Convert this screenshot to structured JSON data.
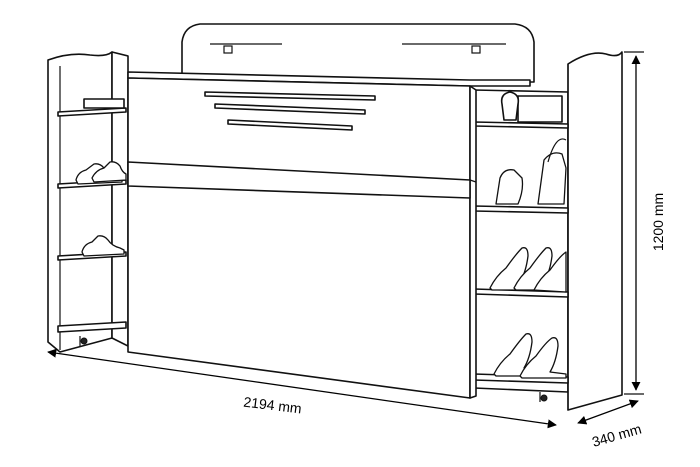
{
  "dimensions": {
    "width": "2194 mm",
    "height": "1200 mm",
    "depth": "340 mm"
  }
}
